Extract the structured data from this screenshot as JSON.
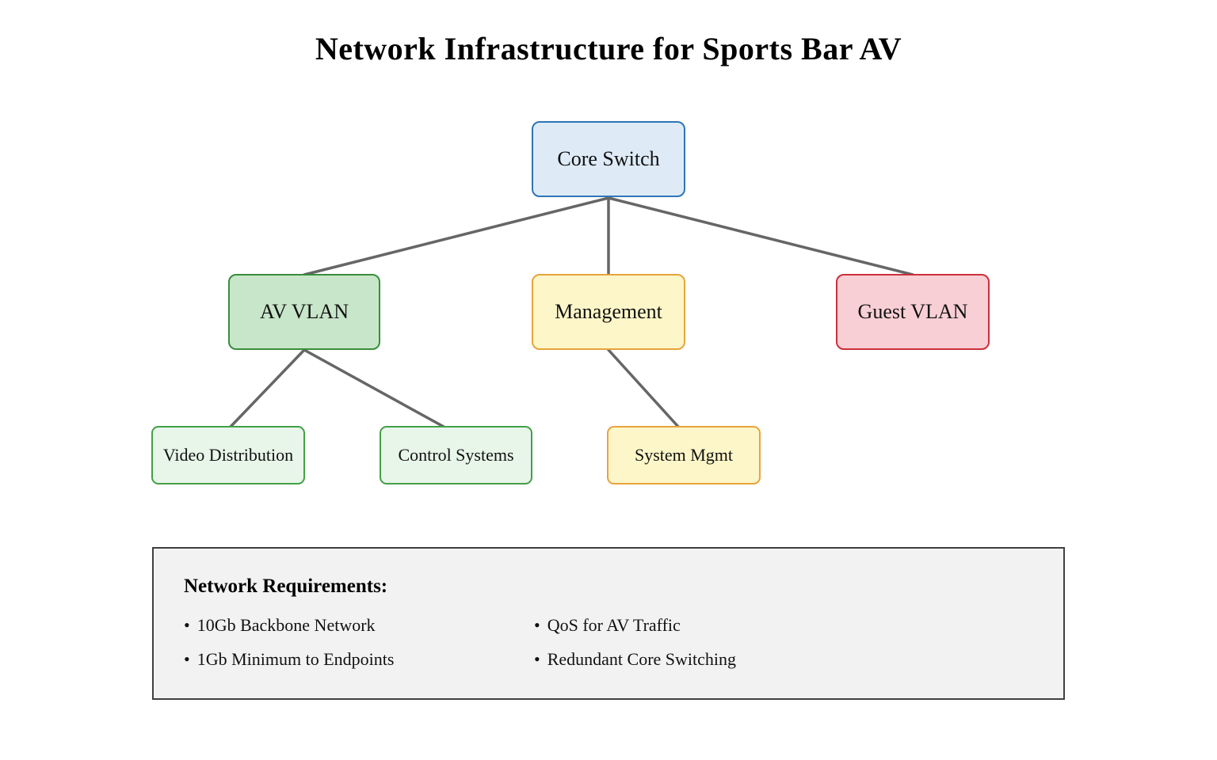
{
  "title": "Network Infrastructure for Sports Bar AV",
  "diagram": {
    "nodes": {
      "core_switch": {
        "label": "Core Switch",
        "fill": "#deebf7",
        "border": "#2e75b6"
      },
      "av_vlan": {
        "label": "AV VLAN",
        "fill": "#c8e6c9",
        "border": "#388e3c"
      },
      "management": {
        "label": "Management",
        "fill": "#fdf6c8",
        "border": "#e8a33d"
      },
      "guest_vlan": {
        "label": "Guest VLAN",
        "fill": "#f8cfd4",
        "border": "#cc2f3b"
      },
      "video_distribution": {
        "label": "Video Distribution",
        "fill": "#e8f5e9",
        "border": "#43a047"
      },
      "control_systems": {
        "label": "Control Systems",
        "fill": "#e8f5e9",
        "border": "#43a047"
      },
      "system_mgmt": {
        "label": "System Mgmt",
        "fill": "#fdf6c8",
        "border": "#e8a33d"
      }
    },
    "edges": [
      {
        "from": "core_switch",
        "to": "av_vlan"
      },
      {
        "from": "core_switch",
        "to": "management"
      },
      {
        "from": "core_switch",
        "to": "guest_vlan"
      },
      {
        "from": "av_vlan",
        "to": "video_distribution"
      },
      {
        "from": "av_vlan",
        "to": "control_systems"
      },
      {
        "from": "management",
        "to": "system_mgmt"
      }
    ],
    "edge_color": "#666666"
  },
  "requirements": {
    "heading": "Network Requirements:",
    "bullet": "•",
    "columns": [
      {
        "items": [
          "10Gb Backbone Network",
          "1Gb Minimum to Endpoints"
        ]
      },
      {
        "items": [
          "QoS for AV Traffic",
          "Redundant Core Switching"
        ]
      }
    ],
    "panel_fill": "#f2f2f2",
    "panel_border": "#404040"
  }
}
